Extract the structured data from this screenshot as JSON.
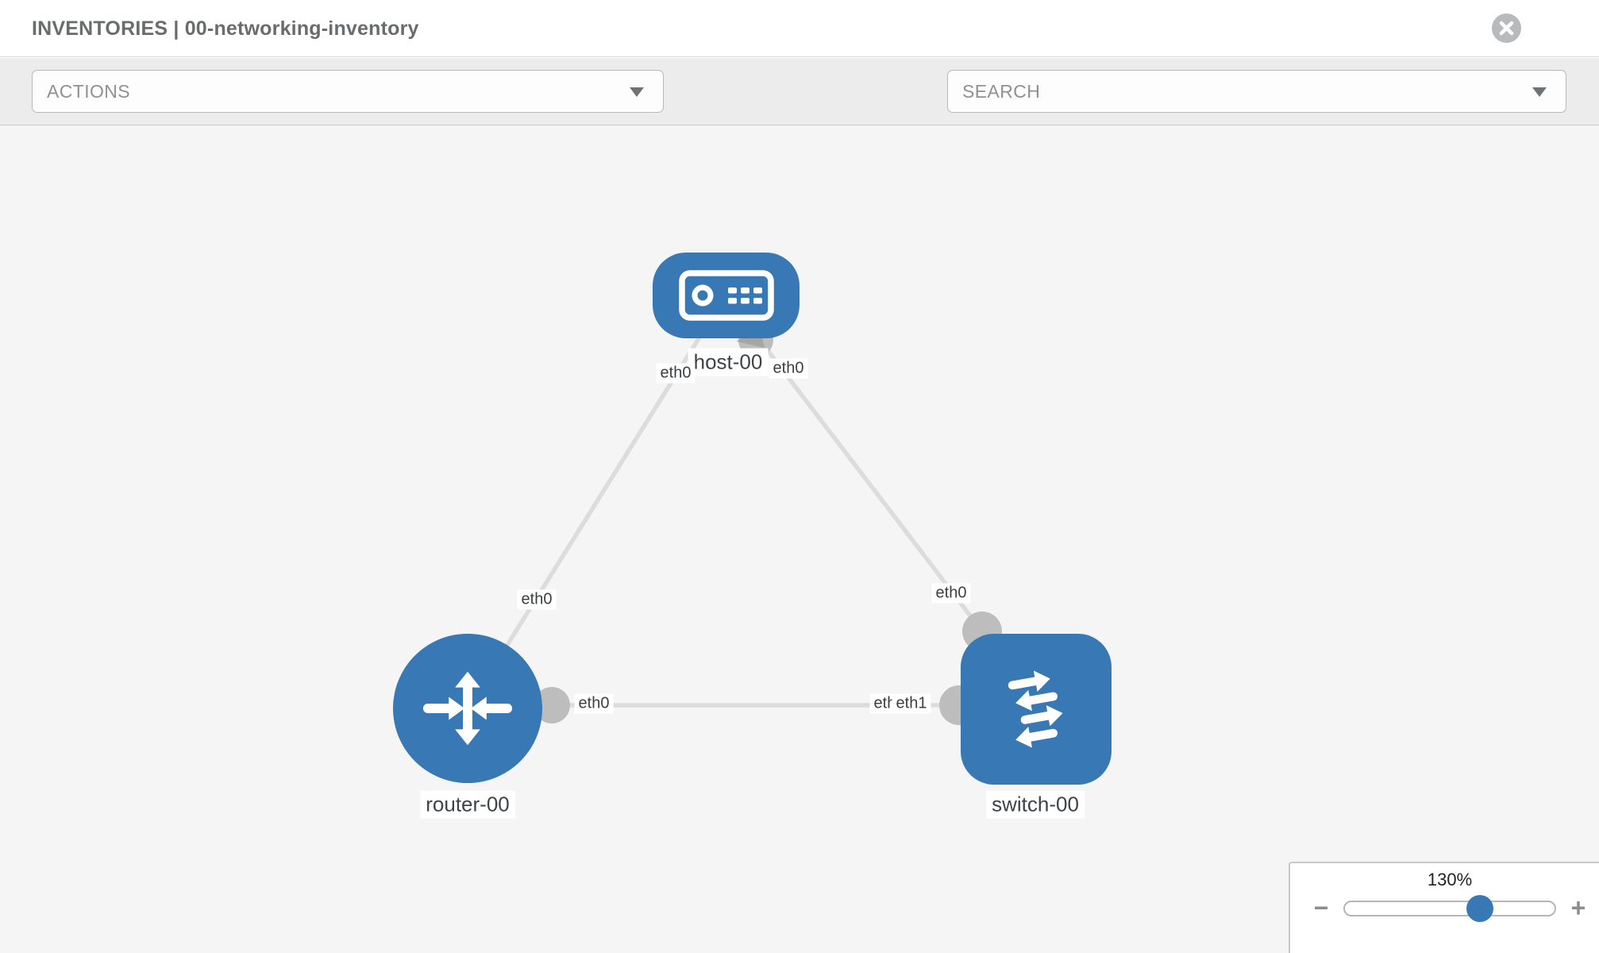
{
  "header": {
    "title": "INVENTORIES | 00-networking-inventory"
  },
  "toolbar": {
    "actions": "ACTIONS",
    "search": "SEARCH"
  },
  "nodes": {
    "host": "host-00",
    "router": "router-00",
    "switch": "switch-00"
  },
  "ifaces": {
    "host_left": "eth0",
    "host_right": "eth0",
    "router_top": "eth0",
    "router_right": "eth0",
    "switch_top": "eth0",
    "switch_left_back": "eth0",
    "switch_left_front": "eth1"
  },
  "links": [
    {
      "from": "host-00",
      "from_iface": "eth0",
      "to": "router-00",
      "to_iface": "eth0"
    },
    {
      "from": "host-00",
      "from_iface": "eth0",
      "to": "switch-00",
      "to_iface": "eth0"
    },
    {
      "from": "router-00",
      "from_iface": "eth0",
      "to": "switch-00",
      "to_iface": "eth1"
    }
  ],
  "zoom": {
    "level": "130%",
    "minus": "−",
    "plus": "+"
  },
  "colors": {
    "node_blue": "#3878b4",
    "link_gray": "#dcdcdc",
    "port_gray": "#bdbdbd",
    "toolbar_bg": "#ececec",
    "canvas_bg": "#f5f5f5"
  }
}
